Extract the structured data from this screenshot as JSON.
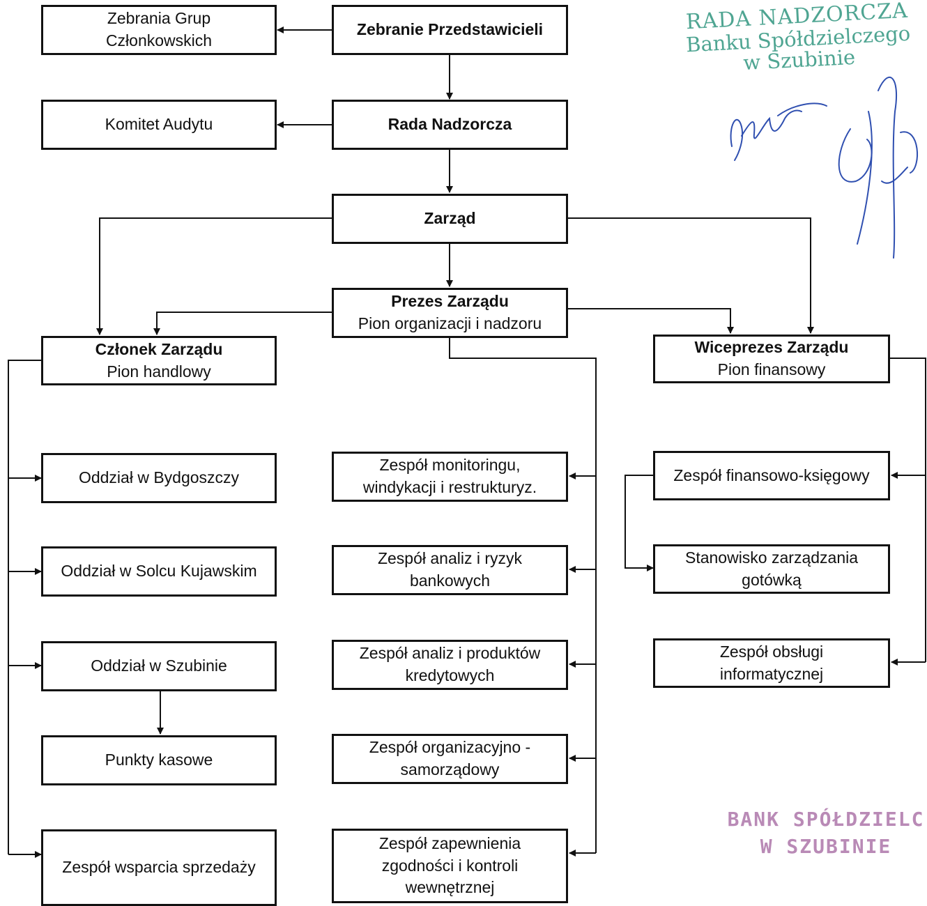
{
  "nodes": {
    "zebrania_grup": {
      "line1": "Zebrania Grup",
      "line2": "Członkowskich"
    },
    "zebranie_przedstawicieli": {
      "line1": "Zebranie Przedstawicieli"
    },
    "komitet_audytu": {
      "line1": "Komitet Audytu"
    },
    "rada_nadzorcza": {
      "line1": "Rada Nadzorcza"
    },
    "zarzad": {
      "line1": "Zarząd"
    },
    "prezes": {
      "line1": "Prezes Zarządu",
      "line2": "Pion organizacji i nadzoru"
    },
    "czlonek": {
      "line1": "Członek Zarządu",
      "line2": "Pion handlowy"
    },
    "wiceprezes": {
      "line1": "Wiceprezes Zarządu",
      "line2": "Pion finansowy"
    },
    "oddzial_bydgoszcz": {
      "line1": "Oddział w Bydgoszczy"
    },
    "oddzial_solec": {
      "line1": "Oddział w Solcu Kujawskim"
    },
    "oddzial_szubin": {
      "line1": "Oddział w Szubinie"
    },
    "punkty_kasowe": {
      "line1": "Punkty kasowe"
    },
    "zespol_wsparcia": {
      "line1": "Zespół wsparcia sprzedaży"
    },
    "zespol_monitoringu": {
      "line1": "Zespół monitoringu,",
      "line2": "windykacji i restrukturyz."
    },
    "zespol_analiz_ryzyk": {
      "line1": "Zespół analiz i ryzyk",
      "line2": "bankowych"
    },
    "zespol_analiz_produktow": {
      "line1": "Zespół analiz i produktów",
      "line2": "kredytowych"
    },
    "zespol_organizacyjny": {
      "line1": "Zespół organizacyjno -",
      "line2": "samorządowy"
    },
    "zespol_zgodnosci": {
      "line1": "Zespół zapewnienia",
      "line2": "zgodności i kontroli",
      "line3": "wewnętrznej"
    },
    "zespol_finansowy": {
      "line1": "Zespół finansowo-księgowy"
    },
    "stanowisko_gotowka": {
      "line1": "Stanowisko zarządzania",
      "line2": "gotówką"
    },
    "zespol_informatyczny": {
      "line1": "Zespół obsługi",
      "line2": "informatycznej"
    }
  },
  "stamps": {
    "rada_stamp": {
      "line1": "RADA NADZORCZA",
      "line2": "Banku Spółdzielczego",
      "line3": "w Szubinie"
    },
    "bank_stamp": {
      "line1": "BANK SPÓŁDZIELC",
      "line2": "W SZUBINIE"
    }
  },
  "colors": {
    "line": "#111111",
    "stamp_green": "#4fa592",
    "stamp_purple": "#b98ab6",
    "signature": "#2f4fb0"
  }
}
